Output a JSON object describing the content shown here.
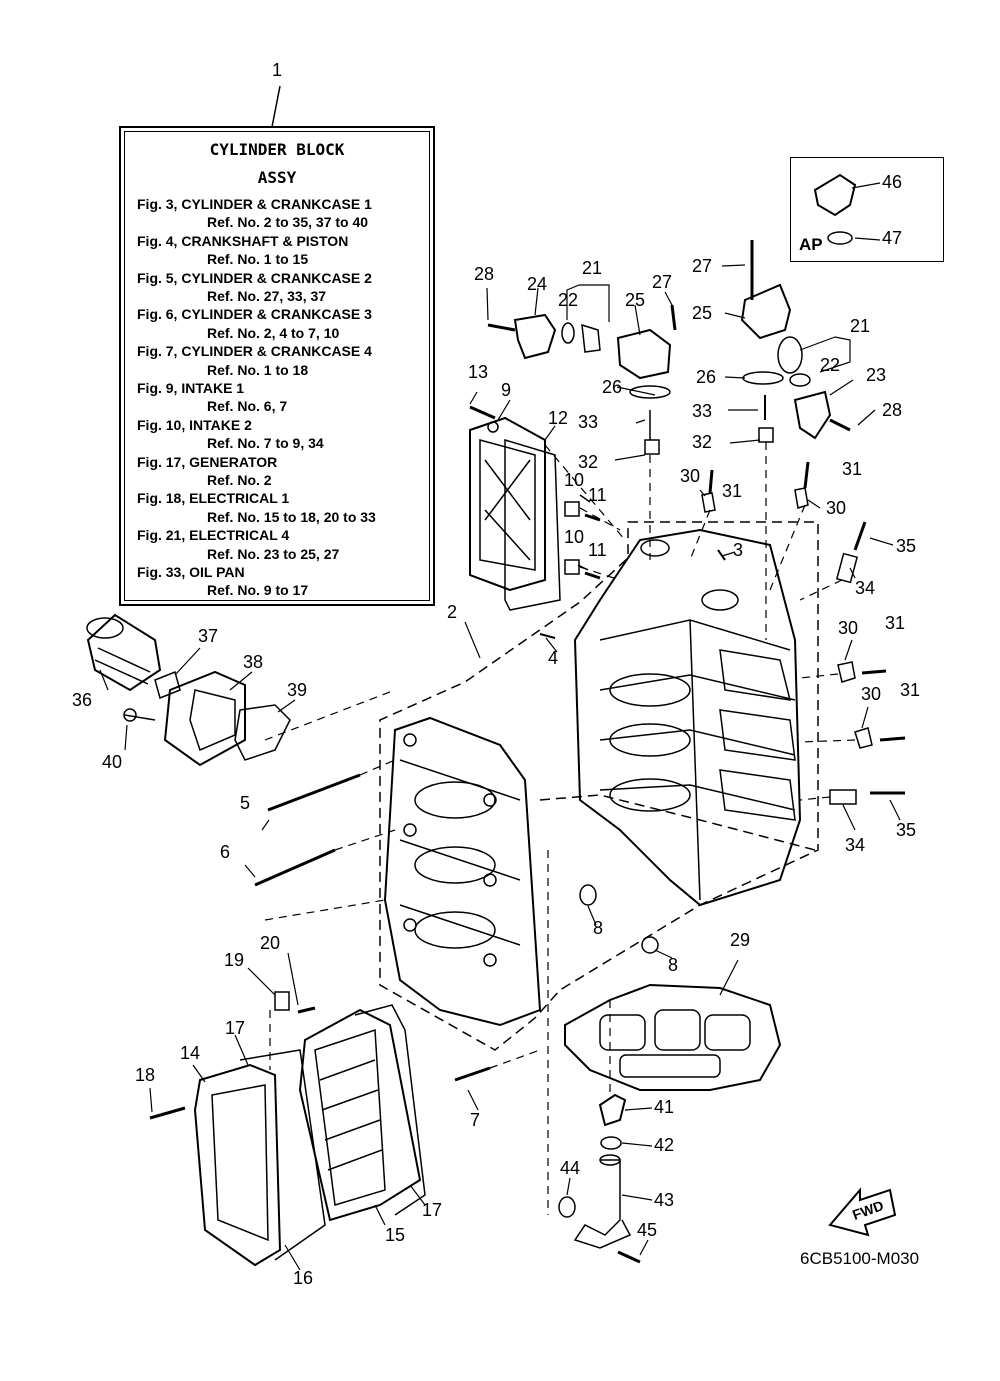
{
  "legend": {
    "title_1": "CYLINDER BLOCK",
    "title_2": "ASSY",
    "lines": [
      "Fig. 3, CYLINDER & CRANKCASE 1",
      "Ref. No. 2 to 35, 37 to 40",
      "Fig. 4, CRANKSHAFT & PISTON",
      "Ref. No. 1 to 15",
      "Fig. 5, CYLINDER & CRANKCASE 2",
      "Ref. No. 27, 33, 37",
      "Fig. 6, CYLINDER & CRANKCASE 3",
      "Ref. No. 2, 4 to 7, 10",
      "Fig. 7, CYLINDER & CRANKCASE 4",
      "Ref. No. 1 to 18",
      "Fig. 9, INTAKE 1",
      "Ref. No. 6, 7",
      "Fig. 10, INTAKE 2",
      "Ref. No. 7 to 9, 34",
      "Fig. 17, GENERATOR",
      "Ref. No. 2",
      "Fig. 18, ELECTRICAL 1",
      "Ref. No. 15 to 18, 20 to 33",
      "Fig. 21, ELECTRICAL 4",
      "Ref. No. 23 to 25, 27",
      "Fig. 33, OIL PAN",
      "Ref. No. 9 to 17"
    ]
  },
  "ap_box": {
    "label": "AP"
  },
  "fwd_label": "FWD",
  "diagram_code": "6CB5100-M030",
  "callouts": [
    {
      "id": "c1",
      "text": "1"
    },
    {
      "id": "c2",
      "text": "2"
    },
    {
      "id": "c3",
      "text": "3"
    },
    {
      "id": "c4",
      "text": "4"
    },
    {
      "id": "c5",
      "text": "5"
    },
    {
      "id": "c6",
      "text": "6"
    },
    {
      "id": "c7",
      "text": "7"
    },
    {
      "id": "c8a",
      "text": "8"
    },
    {
      "id": "c8b",
      "text": "8"
    },
    {
      "id": "c9",
      "text": "9"
    },
    {
      "id": "c10a",
      "text": "10"
    },
    {
      "id": "c10b",
      "text": "10"
    },
    {
      "id": "c11a",
      "text": "11"
    },
    {
      "id": "c11b",
      "text": "11"
    },
    {
      "id": "c12",
      "text": "12"
    },
    {
      "id": "c13",
      "text": "13"
    },
    {
      "id": "c14",
      "text": "14"
    },
    {
      "id": "c15",
      "text": "15"
    },
    {
      "id": "c16",
      "text": "16"
    },
    {
      "id": "c17a",
      "text": "17"
    },
    {
      "id": "c17b",
      "text": "17"
    },
    {
      "id": "c18",
      "text": "18"
    },
    {
      "id": "c19",
      "text": "19"
    },
    {
      "id": "c20",
      "text": "20"
    },
    {
      "id": "c21a",
      "text": "21"
    },
    {
      "id": "c21b",
      "text": "21"
    },
    {
      "id": "c22a",
      "text": "22"
    },
    {
      "id": "c22b",
      "text": "22"
    },
    {
      "id": "c23",
      "text": "23"
    },
    {
      "id": "c24",
      "text": "24"
    },
    {
      "id": "c25a",
      "text": "25"
    },
    {
      "id": "c25b",
      "text": "25"
    },
    {
      "id": "c26a",
      "text": "26"
    },
    {
      "id": "c26b",
      "text": "26"
    },
    {
      "id": "c27a",
      "text": "27"
    },
    {
      "id": "c27b",
      "text": "27"
    },
    {
      "id": "c28a",
      "text": "28"
    },
    {
      "id": "c28b",
      "text": "28"
    },
    {
      "id": "c29",
      "text": "29"
    },
    {
      "id": "c30a",
      "text": "30"
    },
    {
      "id": "c30b",
      "text": "30"
    },
    {
      "id": "c30c",
      "text": "30"
    },
    {
      "id": "c30d",
      "text": "30"
    },
    {
      "id": "c31a",
      "text": "31"
    },
    {
      "id": "c31b",
      "text": "31"
    },
    {
      "id": "c31c",
      "text": "31"
    },
    {
      "id": "c31d",
      "text": "31"
    },
    {
      "id": "c32a",
      "text": "32"
    },
    {
      "id": "c32b",
      "text": "32"
    },
    {
      "id": "c33a",
      "text": "33"
    },
    {
      "id": "c33b",
      "text": "33"
    },
    {
      "id": "c34a",
      "text": "34"
    },
    {
      "id": "c34b",
      "text": "34"
    },
    {
      "id": "c35a",
      "text": "35"
    },
    {
      "id": "c35b",
      "text": "35"
    },
    {
      "id": "c36",
      "text": "36"
    },
    {
      "id": "c37",
      "text": "37"
    },
    {
      "id": "c38",
      "text": "38"
    },
    {
      "id": "c39",
      "text": "39"
    },
    {
      "id": "c40",
      "text": "40"
    },
    {
      "id": "c41",
      "text": "41"
    },
    {
      "id": "c42",
      "text": "42"
    },
    {
      "id": "c43",
      "text": "43"
    },
    {
      "id": "c44",
      "text": "44"
    },
    {
      "id": "c45",
      "text": "45"
    },
    {
      "id": "c46",
      "text": "46"
    },
    {
      "id": "c47",
      "text": "47"
    }
  ]
}
